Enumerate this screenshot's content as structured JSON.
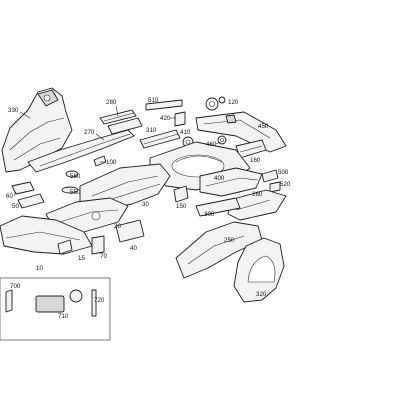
{
  "callouts": {
    "c10": "10",
    "c15": "15",
    "c20": "20",
    "c30": "30",
    "c40": "40",
    "c50": "50",
    "c60": "60",
    "c70": "70",
    "c100": "100",
    "c120": "120",
    "c150": "150",
    "c160": "160",
    "c250": "250",
    "c260": "260",
    "c270": "270",
    "c280": "280",
    "c300": "300",
    "c310": "310",
    "c320": "320",
    "c330": "330",
    "c400": "400",
    "c410": "410",
    "c420": "420",
    "c450": "450",
    "c460": "460",
    "c500": "500",
    "c510": "510",
    "c520": "520",
    "c550": "550",
    "c560": "560",
    "c700": "700",
    "c710": "710",
    "c720": "720"
  },
  "colors": {
    "line": "#1c1c1c",
    "fill": "#f3f3f3",
    "shade": "#d8d8d8",
    "background": "#ffffff"
  }
}
